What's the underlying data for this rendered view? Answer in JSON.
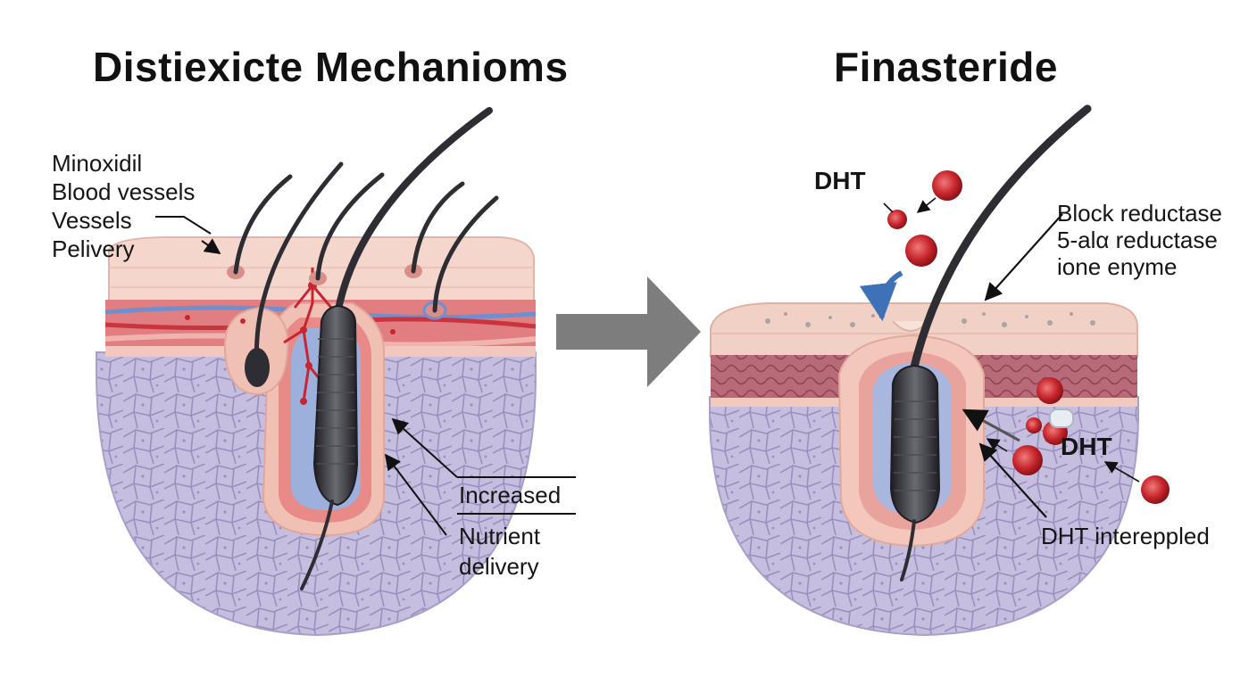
{
  "titles": {
    "left": "Distiexicte Mechanioms",
    "right": "Finasteride"
  },
  "left_panel": {
    "labels": [
      "Minoxidil",
      "Blood vessels",
      "Vessels",
      "Pelivery"
    ],
    "increased": "Increased",
    "nutrient": "Nutrient",
    "delivery": "delivery"
  },
  "right_panel": {
    "dht_top": "DHT",
    "block_lines": [
      "Block reductase",
      "5-alα reductase",
      "ione enyme"
    ],
    "dht_mid": "DHT",
    "dht_bottom": "DHT intereppled"
  },
  "colors": {
    "dermis_purple": "#c4bcdd",
    "epidermis_pink": "#f3d2c8",
    "vessel_red": "#d9515a",
    "vessel_blue": "#6f8fcf",
    "hair_dark": "#2d2d33",
    "arrow_gray": "#7d7d7d",
    "dht_red": "#c8282e"
  }
}
